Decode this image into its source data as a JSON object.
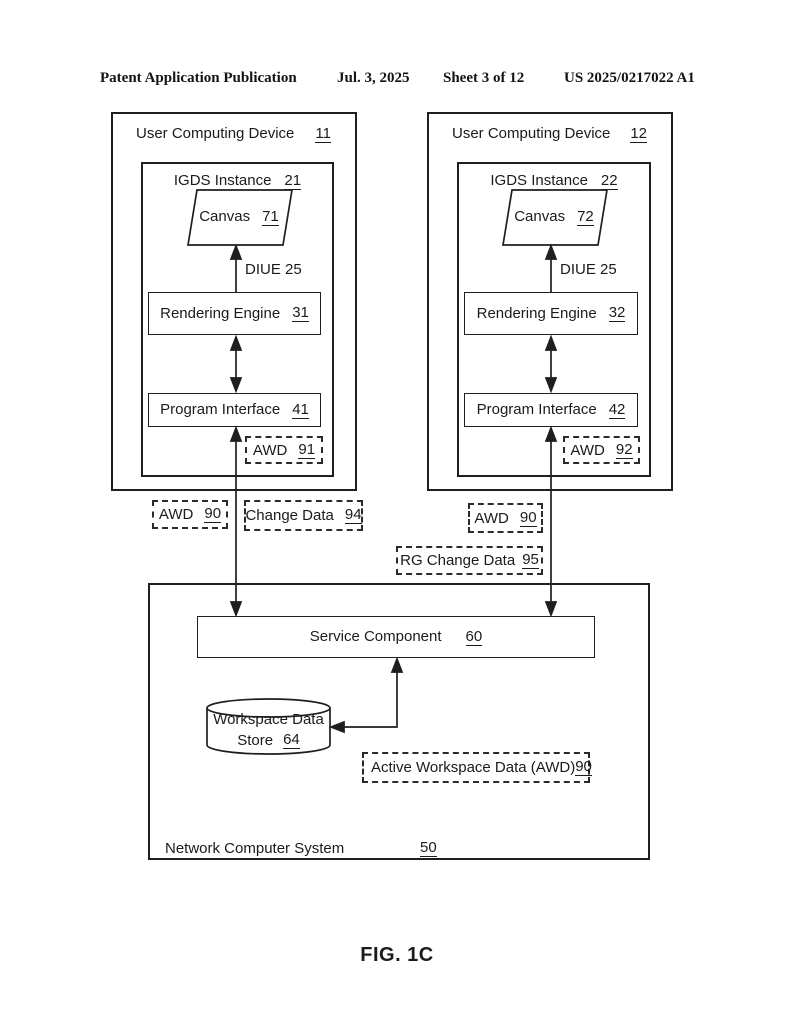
{
  "page": {
    "background": "#ffffff",
    "ink": "#1b1b1b"
  },
  "header": {
    "publication": "Patent Application Publication",
    "date": "Jul. 3, 2025",
    "sheet": "Sheet 3 of 12",
    "patent_number": "US 2025/0217022 A1"
  },
  "devices": [
    {
      "title": "User Computing Device",
      "ref": "11",
      "igds": {
        "label": "IGDS Instance",
        "ref": "21"
      },
      "canvas": {
        "label": "Canvas",
        "ref": "71"
      },
      "diue_label": "DIUE 25",
      "rendering_engine": {
        "label": "Rendering Engine",
        "ref": "31"
      },
      "program_interface": {
        "label": "Program Interface",
        "ref": "41"
      },
      "awd": {
        "label": "AWD",
        "ref": "91"
      }
    },
    {
      "title": "User Computing Device",
      "ref": "12",
      "igds": {
        "label": "IGDS Instance",
        "ref": "22"
      },
      "canvas": {
        "label": "Canvas",
        "ref": "72"
      },
      "diue_label": "DIUE 25",
      "rendering_engine": {
        "label": "Rendering Engine",
        "ref": "32"
      },
      "program_interface": {
        "label": "Program Interface",
        "ref": "42"
      },
      "awd": {
        "label": "AWD",
        "ref": "92"
      }
    }
  ],
  "flow_labels": {
    "awd_left": {
      "label": "AWD",
      "ref": "90"
    },
    "change_data": {
      "label": "Change Data",
      "ref": "94"
    },
    "awd_right": {
      "label": "AWD",
      "ref": "90"
    },
    "rg_change_data": {
      "label": "RG Change Data",
      "ref": "95"
    }
  },
  "network_system": {
    "title": "Network Computer System",
    "ref": "50",
    "service_component": {
      "label": "Service Component",
      "ref": "60"
    },
    "workspace_data_store": {
      "line1": "Workspace Data",
      "line2": "Store",
      "ref": "64"
    },
    "active_workspace_data": {
      "label": "Active Workspace Data (AWD)",
      "ref": "90"
    }
  },
  "figure_label": "FIG. 1C"
}
